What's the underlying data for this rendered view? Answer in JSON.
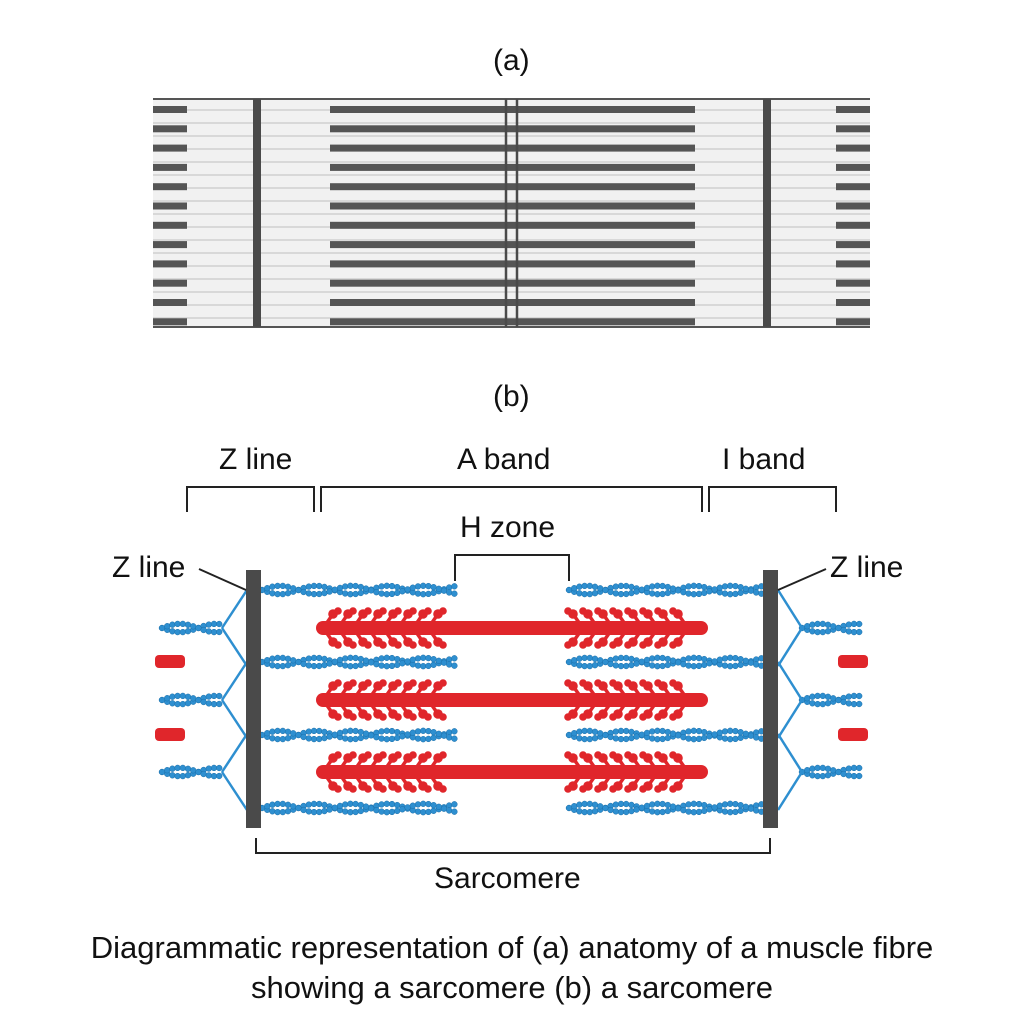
{
  "panel_a": {
    "label": "(a)"
  },
  "panel_b": {
    "label": "(b)",
    "brackets": {
      "left": "Z line",
      "middle": "A band",
      "right": "I band",
      "h_zone": "H zone",
      "bottom": "Sarcomere"
    },
    "pointers": {
      "left": "Z line",
      "right": "Z line"
    }
  },
  "caption": {
    "line1": "Diagrammatic representation of (a) anatomy of a muscle fibre",
    "line2": "showing a sarcomere (b) a sarcomere"
  },
  "colors": {
    "actin": "#2e8fd0",
    "myosin": "#e0262b",
    "zdisc": "#4a4a4a",
    "band": "#555555"
  }
}
